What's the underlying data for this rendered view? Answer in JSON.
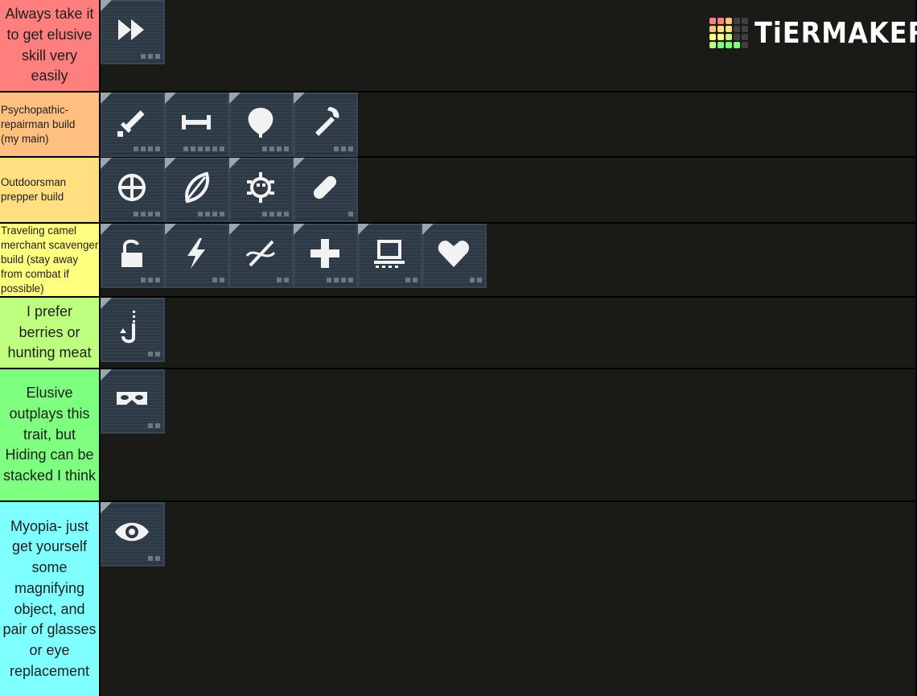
{
  "branding": {
    "logo_text": "TiERMAKER"
  },
  "tiers": [
    {
      "label": "Always take it to get elusive skill very easily",
      "color": "#ff7f7f",
      "items": [
        {
          "icon": "fast-forward-icon",
          "dots": 3
        }
      ]
    },
    {
      "label": "Psychopathic-repairman build (my main)",
      "color": "#ffbf7f",
      "items": [
        {
          "icon": "sword-icon",
          "dots": 4
        },
        {
          "icon": "dumbbell-icon",
          "dots": 6
        },
        {
          "icon": "balloon-icon",
          "dots": 4
        },
        {
          "icon": "wrench-icon",
          "dots": 3
        }
      ]
    },
    {
      "label": "Outdoorsman prepper build",
      "color": "#ffdf7f",
      "items": [
        {
          "icon": "crosshair-icon",
          "dots": 4
        },
        {
          "icon": "leaf-icon",
          "dots": 4
        },
        {
          "icon": "bug-icon",
          "dots": 4
        },
        {
          "icon": "bandage-icon",
          "dots": 1
        }
      ]
    },
    {
      "label": "Traveling camel merchant scavenger build (stay away from combat if possible)",
      "color": "#ffff7f",
      "items": [
        {
          "icon": "padlock-icon",
          "dots": 3
        },
        {
          "icon": "lightning-icon",
          "dots": 2
        },
        {
          "icon": "needle-thread-icon",
          "dots": 2
        },
        {
          "icon": "medical-cross-icon",
          "dots": 4
        },
        {
          "icon": "laptop-icon",
          "dots": 2
        },
        {
          "icon": "heart-icon",
          "dots": 2
        }
      ]
    },
    {
      "label": "I prefer berries or hunting meat",
      "color": "#bfff7f",
      "items": [
        {
          "icon": "fishing-hook-icon",
          "dots": 2
        }
      ]
    },
    {
      "label": "Elusive outplays this trait, but Hiding can be stacked I think",
      "color": "#7fff7f",
      "items": [
        {
          "icon": "mask-icon",
          "dots": 2
        }
      ]
    },
    {
      "label": "Myopia- just get yourself some magnifying object, and pair of glasses or eye replacement",
      "color": "#7fffff",
      "items": [
        {
          "icon": "eye-icon",
          "dots": 2
        }
      ]
    }
  ]
}
